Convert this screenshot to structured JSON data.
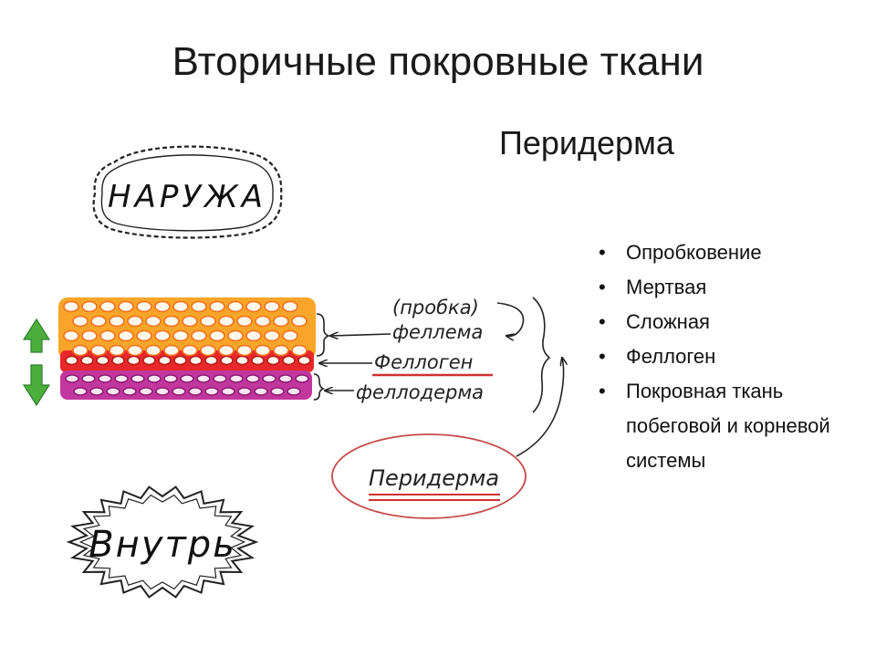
{
  "slide": {
    "title": "Вторичные покровные ткани",
    "subtitle": "Перидерма"
  },
  "bullets": [
    "Опробковение",
    "Мертвая",
    "Сложная",
    "Феллоген",
    "Покровная ткань побеговой и корневой системы"
  ],
  "diagram": {
    "outside_label": "НАРУЖА",
    "inside_label": "Внутрь",
    "labels": {
      "cork": "(пробка)",
      "phellem": "феллема",
      "phellogen": "Феллоген",
      "phelloderm": "феллодерма",
      "periderm": "Перидерма"
    },
    "colors": {
      "phellem_fill": "#f9a52a",
      "phellem_outer": "#f2701c",
      "phellogen_fill": "#e8282b",
      "phelloderm_fill": "#c2379e",
      "cell_inner": "#fff8ec",
      "arrow_green": "#4caf3c",
      "line_red": "#d0302f",
      "oval_red": "#c84a4a"
    }
  }
}
